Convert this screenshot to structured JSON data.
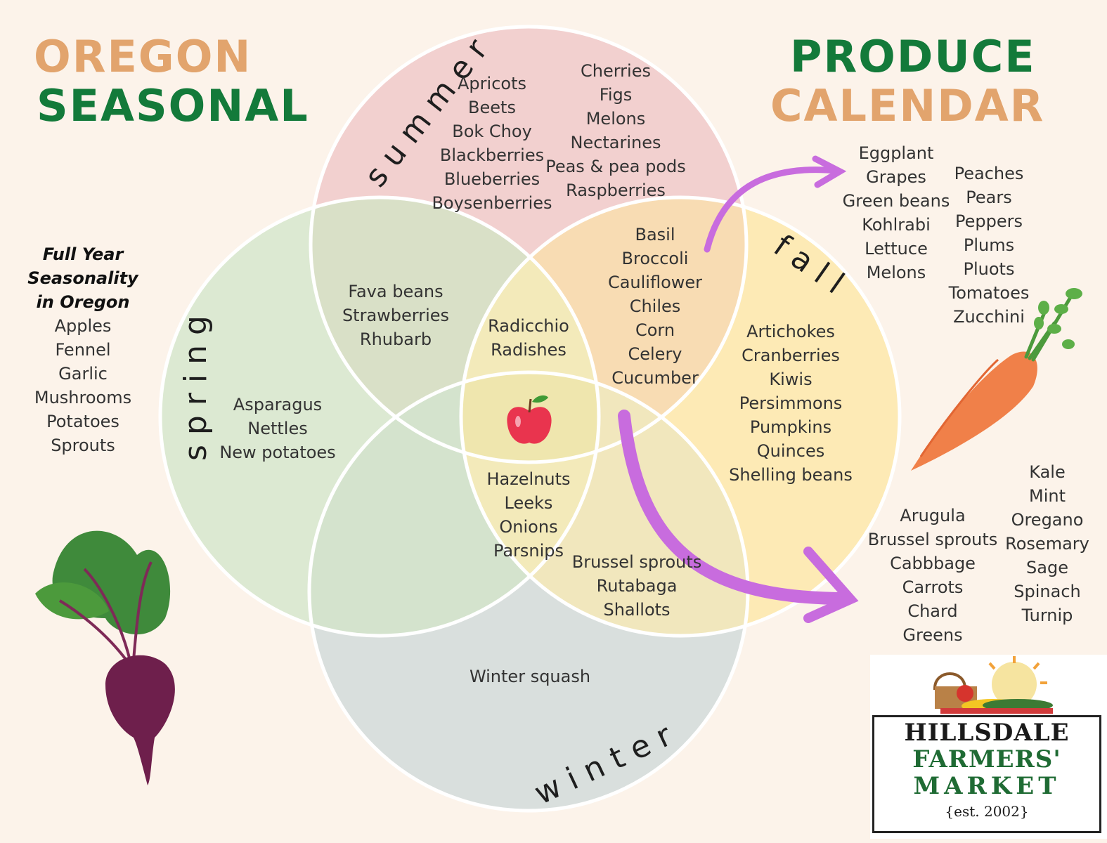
{
  "title": {
    "left_line1": "OREGON",
    "left_line2": "SEASONAL",
    "right_line1": "PRODUCE",
    "right_line2": "CALENDAR"
  },
  "seasons": {
    "summer": "summer",
    "fall": "fall",
    "spring": "spring",
    "winter": "winter"
  },
  "regions": {
    "summer_only_a": [
      "Apricots",
      "Beets",
      "Bok Choy",
      "Blackberries",
      "Blueberries",
      "Boysenberries"
    ],
    "summer_only_b": [
      "Cherries",
      "Figs",
      "Melons",
      "Nectarines",
      "Peas & pea pods",
      "Raspberries"
    ],
    "summer_fall": [
      "Basil",
      "Broccoli",
      "Cauliflower",
      "Chiles",
      "Corn",
      "Celery",
      "Cucumber"
    ],
    "spring_summer": [
      "Fava beans",
      "Strawberries",
      "Rhubarb"
    ],
    "spring_summer_fall": [
      "Radicchio",
      "Radishes"
    ],
    "spring_only": [
      "Asparagus",
      "Nettles",
      "New potatoes"
    ],
    "fall_only": [
      "Artichokes",
      "Cranberries",
      "Kiwis",
      "Persimmons",
      "Pumpkins",
      "Quinces",
      "Shelling beans"
    ],
    "spring_fall_winter": [
      "Hazelnuts",
      "Leeks",
      "Onions",
      "Parsnips"
    ],
    "fall_winter": [
      "Brussel sprouts",
      "Rutabaga",
      "Shallots"
    ],
    "winter_only": [
      "Winter squash"
    ]
  },
  "fall_extra": {
    "col1": [
      "Eggplant",
      "Grapes",
      "Green beans",
      "Kohlrabi",
      "Lettuce",
      "Melons"
    ],
    "col2": [
      "Peaches",
      "Pears",
      "Peppers",
      "Plums",
      "Pluots",
      "Tomatoes",
      "Zucchini"
    ]
  },
  "fall_winter_extra": {
    "col1": [
      "Arugula",
      "Brussel sprouts",
      "Cabbbage",
      "Carrots",
      "Chard",
      "Greens"
    ],
    "col2": [
      "Kale",
      "Mint",
      "Oregano",
      "Rosemary",
      "Sage",
      "Spinach",
      "Turnip"
    ]
  },
  "full_year": {
    "heading": [
      "Full Year",
      "Seasonality",
      "in Oregon"
    ],
    "items": [
      "Apples",
      "Fennel",
      "Garlic",
      "Mushrooms",
      "Potatoes",
      "Sprouts"
    ]
  },
  "logo": {
    "line1": "HILLSDALE",
    "line2": "FARMERS'",
    "line3": "MARKET",
    "line4": "{est. 2002}"
  },
  "colors": {
    "summer": "#f2d0cf",
    "spring": "#dce9d2",
    "fall": "#fdeab5",
    "winter": "#d9dfdd",
    "arrow": "#c86cde",
    "title_orange": "#e2a46d",
    "title_green": "#137a3a"
  }
}
